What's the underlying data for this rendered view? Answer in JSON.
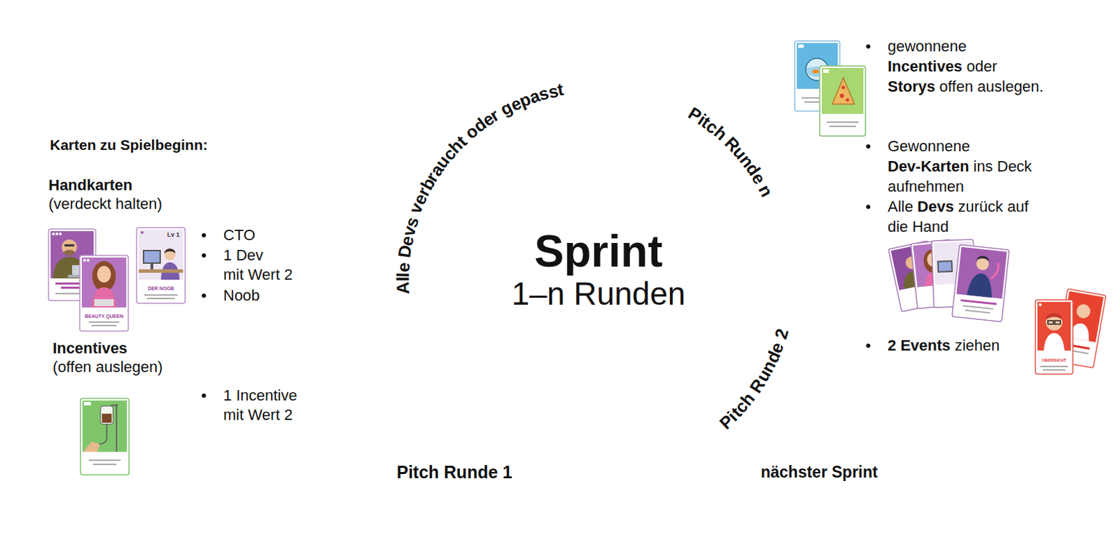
{
  "diagram": {
    "nodes": [
      {
        "text": [
          "Karten zu Spielbeginn:",
          "Handkarten",
          "(verdeckt halten)",
          "CTO",
          "1 Dev mit Wert 2",
          "Noob",
          "Incentives",
          "(offen auslegen)",
          "1 Incentive mit Wert 2"
        ]
      },
      {
        "text": [
          "Pitch Runde 1"
        ]
      },
      {
        "text": [
          "Pitch Runde 2"
        ]
      },
      {
        "text": [
          "Pitch Runde n"
        ]
      },
      {
        "text": [
          "Alle Devs verbraucht oder gepasst"
        ]
      },
      {
        "text": [
          "nächster Sprint"
        ]
      },
      {
        "text": [
          "gewonnene Incentives oder Storys offen auslegen.",
          "Gewonnene Dev-Karten ins Deck aufnehmen",
          "Alle Devs zurück auf die Hand",
          "2 Events ziehen"
        ]
      }
    ],
    "labels": [
      "Sprint",
      "1–n Runden",
      "DER NOOB",
      "Lv 1",
      "BEAUTY QUEEN",
      "ÜBERSICHT"
    ]
  }
}
